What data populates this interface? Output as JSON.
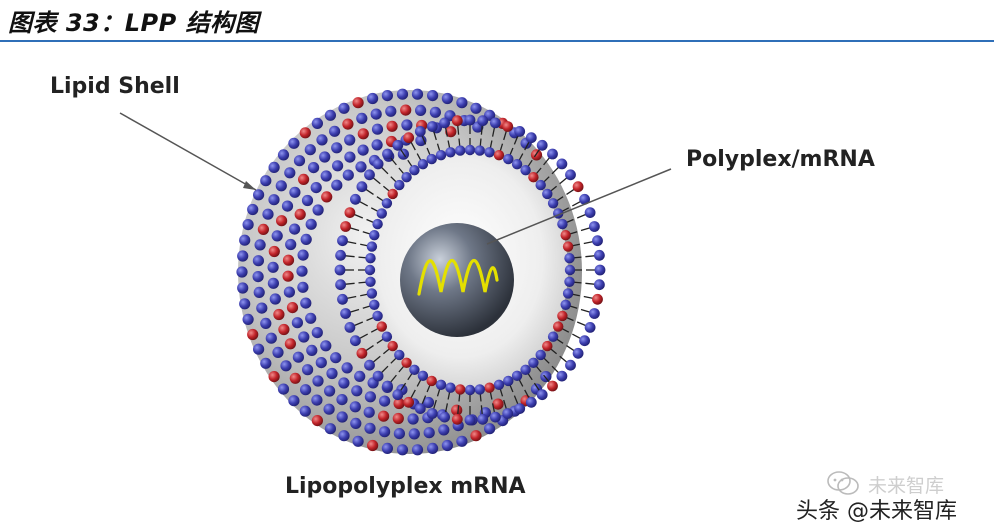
{
  "figure": {
    "title": "图表 33：LPP 结构图",
    "accent_color": "#2f6fb8"
  },
  "diagram": {
    "labels": {
      "lipid_shell": "Lipid Shell",
      "polyplex": "Polyplex/mRNA",
      "caption": "Lipopolyplex mRNA"
    },
    "colors": {
      "lipid_head_blue": "#3d3fb0",
      "lipid_head_red": "#c2242a",
      "core_sphere": "#5a6272",
      "mrna_wave": "#e4e000",
      "shell_gray": "#9a9a9a",
      "cavity": "#eeeeee"
    },
    "icons": [
      "mrna-wave-icon",
      "wechat-bubble-icon"
    ]
  },
  "watermark": {
    "small_text": "未来智库",
    "main_text": "头条 @未来智库"
  }
}
